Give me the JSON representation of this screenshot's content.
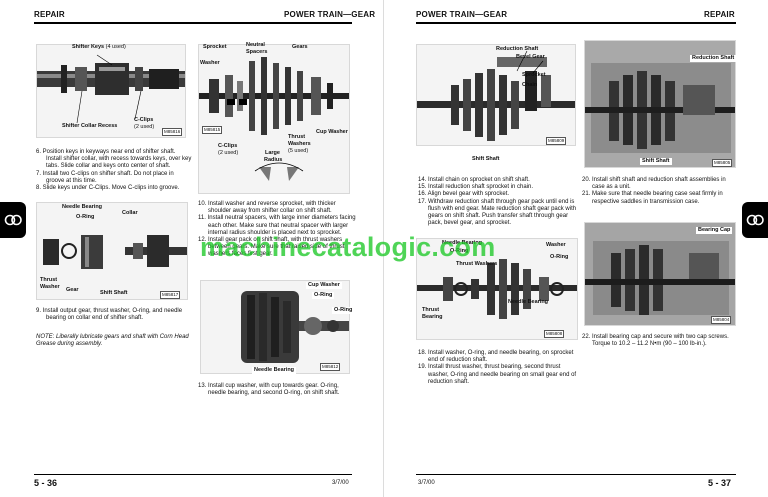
{
  "left_page": {
    "section": "REPAIR",
    "title": "POWER TRAIN—GEAR",
    "page_number": "5 - 36",
    "date": "3/7/00",
    "figures": {
      "shifter_keys": {
        "id": "M85816",
        "labels": {
          "keys": "Shifter Keys",
          "keys_note": "(4 used)",
          "recess": "Shifter Collar Recess",
          "clips": "C-Clips",
          "clips_note": "(2 used)"
        }
      },
      "sprocket": {
        "id": "M85815",
        "labels": {
          "sprocket": "Sprocket",
          "neutral": "Neutral",
          "spacers": "Spacers",
          "gears": "Gears",
          "washer": "Washer",
          "cclips": "C-Clips",
          "cclips_note": "(2 used)",
          "large": "Large",
          "radius": "Radius",
          "thrust": "Thrust",
          "washers": "Washers",
          "washers_note": "(5 used)",
          "cup_washer": "Cup Washer"
        }
      },
      "needle_bearing": {
        "id": "M85817",
        "labels": {
          "needle_bearing": "Needle Bearing",
          "oring": "O-Ring",
          "collar": "Collar",
          "thrust": "Thrust",
          "washer": "Washer",
          "gear": "Gear",
          "shift_shaft": "Shift Shaft"
        }
      },
      "cup_washer": {
        "id": "M85812",
        "labels": {
          "cup_washer": "Cup Washer",
          "oring1": "O-Ring",
          "oring2": "O-Ring",
          "needle_bearing": "Needle Bearing"
        }
      }
    },
    "steps_a": [
      "6. Position keys in keyways near end of shifter shaft. Install shifter collar, with recess towards keys, over key tabs. Slide collar and keys onto center of shaft.",
      "7. Install two C-clips on shifter shaft. Do not place in groove at this time.",
      "8. Slide keys under C-Clips. Move C-clips into groove."
    ],
    "steps_b": [
      "9. Install output gear, thrust washer, O-ring, and needle bearing on collar end of shifter shaft."
    ],
    "note": "NOTE:  Liberally lubricate gears and shaft with Corn Head Grease during assembly.",
    "steps_c": [
      "10. Install washer and reverse sprocket, with thicker shoulder away from shifter collar on shift shaft.",
      "11. Install neutral spacers, with large inner diameters facing each other. Make sure that neutral spacer with larger internal radius shoulder is placed next to sprocket.",
      "12. Install gear pack on shift shaft, with thrust washers between gears. Make sure that raised side of thrust washers faces first gear."
    ],
    "steps_d": [
      "13. Install cup washer, with cup towards gear. O-ring, needle bearing, and second O-ring, on shift shaft."
    ]
  },
  "right_page": {
    "section": "REPAIR",
    "title": "POWER TRAIN—GEAR",
    "page_number": "5 - 37",
    "date": "3/7/00",
    "figures": {
      "reduction_shaft": {
        "id": "M85809",
        "labels": {
          "reduction_shaft": "Reduction Shaft",
          "bevel_gear": "Bevel Gear",
          "sprocket": "Sprocket",
          "chain": "Chain",
          "shift_shaft": "Shift Shaft"
        }
      },
      "case_photo": {
        "id": "M85805",
        "labels": {
          "reduction_shaft": "Reduction Shaft",
          "shift_shaft": "Shift Shaft"
        }
      },
      "thrust_washers": {
        "id": "M85808",
        "labels": {
          "needle_bearing_top": "Needle Bearing",
          "oring_top": "O-Ring",
          "washer": "Washer",
          "oring_right": "O-Ring",
          "thrust_washers": "Thrust Washers",
          "needle_bearing_mid": "Needle Bearing",
          "thrust": "Thrust",
          "bearing": "Bearing"
        }
      },
      "bearing_cap": {
        "id": "M85804",
        "labels": {
          "bearing_cap": "Bearing Cap"
        }
      }
    },
    "steps_a": [
      "14. Install chain on sprocket on shift shaft.",
      "15. Install reduction shaft sprocket in chain.",
      "16. Align bevel gear with sprocket.",
      "17. Withdraw reduction shaft through gear pack until end is flush with end gear. Mate reduction shaft gear pack with gears on shift shaft. Push transfer shaft through gear pack, bevel gear, and sprocket."
    ],
    "steps_b": [
      "18. Install washer, O-ring, and needle bearing, on sprocket end of reduction shaft.",
      "19. Install thrust washer, thrust bearing, second thrust washer, O-ring and needle bearing on small gear end of reduction shaft."
    ],
    "steps_c": [
      "20. Install shift shaft and reduction shaft assemblies in case as a unit.",
      "21. Make sure that needle bearing case seat firmly in respective saddles in transmission case."
    ],
    "steps_d": [
      "22. Install bearing cap and secure with two cap screws. Torque to 10.2 – 11.2 N•m (90 – 100 lb-in.)."
    ]
  },
  "watermark": "machinecatalogic.com"
}
